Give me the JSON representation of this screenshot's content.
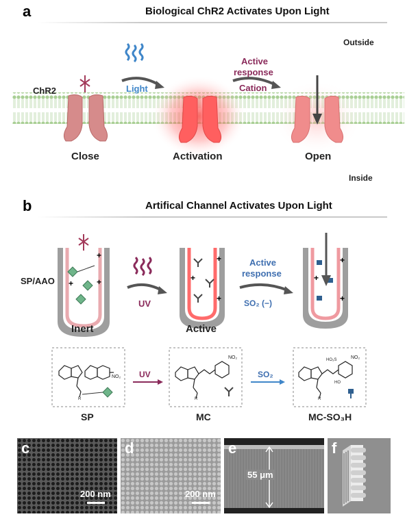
{
  "panel_a": {
    "letter": "a",
    "title": "Biological ChR2 Activates Upon Light",
    "outside": "Outside",
    "inside": "Inside",
    "chr2": "ChR2",
    "light": "Light",
    "active_response_1": "Active",
    "active_response_2": "response",
    "cation": "Cation",
    "close": "Close",
    "activation": "Activation",
    "open": "Open"
  },
  "panel_b": {
    "letter": "b",
    "title": "Artifical Channel Activates Upon Light",
    "sp_aao": "SP/AAO",
    "uv": "UV",
    "active_response_1": "Active",
    "active_response_2": "response",
    "so2": "SO₂ (−)",
    "inert": "Inert",
    "active": "Active",
    "uv2": "UV",
    "so2_2": "SO₂",
    "sp": "SP",
    "mc": "MC",
    "mc_so3h": "MC-SO₃H",
    "no2": "NO₂",
    "so3h_small": "HO₃S",
    "ho": "HO",
    "r": "R"
  },
  "panel_c": {
    "letter": "c",
    "scale": "200 nm"
  },
  "panel_d": {
    "letter": "d",
    "scale": "200 nm"
  },
  "panel_e": {
    "letter": "e",
    "scale": "55 μm"
  },
  "panel_f": {
    "letter": "f"
  },
  "colors": {
    "membrane": "#b9d9a8",
    "channel": "#d98c8c",
    "activation_glow": "#ff4d4d",
    "light_blue": "#3f86c9",
    "purple": "#8a2a5a",
    "diamond": "#6fb58a"
  }
}
